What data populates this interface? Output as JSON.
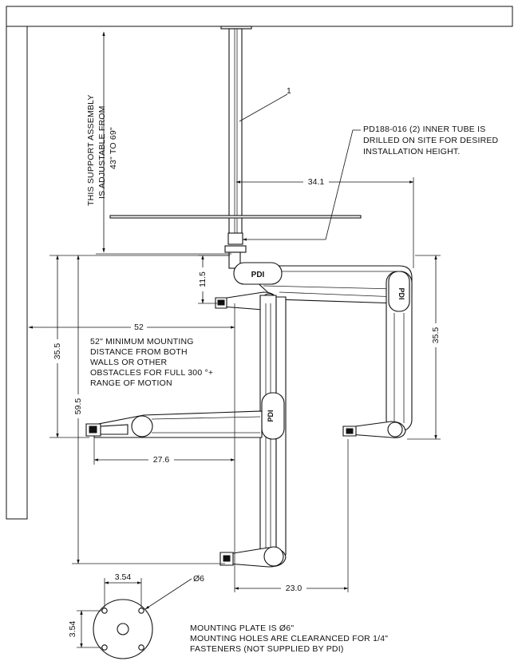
{
  "callout": {
    "item_number": "1"
  },
  "notes": {
    "adjustable": [
      "THIS SUPPORT ASSEMBLY",
      "IS ADJUSTABLE FROM",
      "43\" TO 69\""
    ],
    "inner_tube": [
      "PD188-016 (2) INNER TUBE IS",
      "DRILLED ON SITE FOR DESIRED",
      "INSTALLATION HEIGHT."
    ],
    "min_distance": [
      "52\" MINIMUM MOUNTING",
      "DISTANCE FROM BOTH",
      "WALLS OR OTHER",
      "OBSTACLES FOR FULL 300 °+",
      "RANGE OF MOTION"
    ],
    "mounting_plate": [
      "MOUNTING PLATE IS Ø6\"",
      "MOUNTING HOLES ARE CLEARANCED FOR 1/4\"",
      "FASTENERS (NOT SUPPLIED BY PDI)"
    ]
  },
  "dimensions": {
    "d_34_1": "34.1",
    "d_11_5": "11.5",
    "d_52": "52",
    "d_35_5_left": "35.5",
    "d_35_5_right": "35.5",
    "d_59_5": "59.5",
    "d_27_6": "27.6",
    "d_23_0": "23.0",
    "d_3_54_h": "3.54",
    "d_3_54_v": "3.54",
    "d_dia_6": "Ø6"
  },
  "logos": {
    "text": "PDI"
  },
  "colors": {
    "ink": "#111111",
    "paper": "#ffffff"
  }
}
